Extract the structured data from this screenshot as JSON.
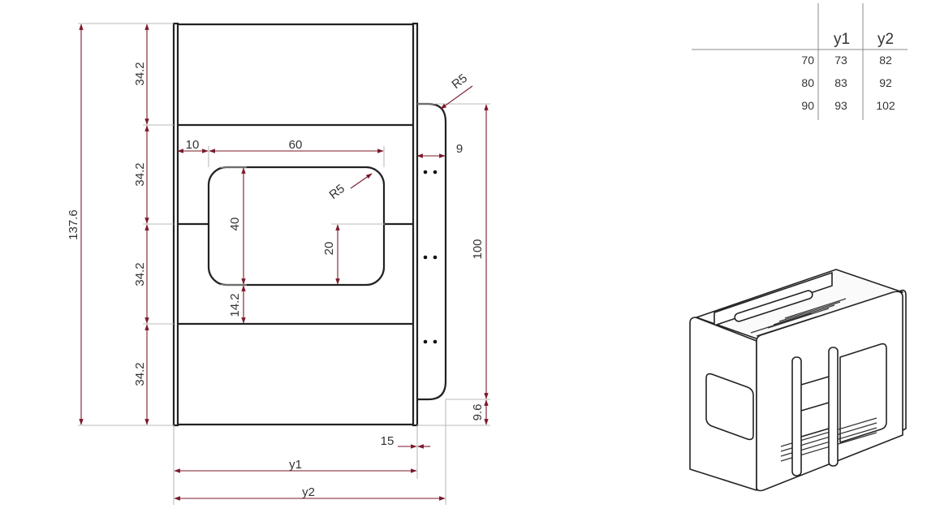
{
  "drawing": {
    "dimensions": {
      "total_height": "137.6",
      "section_1": "34.2",
      "section_2": "34.2",
      "section_3": "34.2",
      "section_4": "34.2",
      "window_offset_x": "10",
      "window_width": "60",
      "window_radius": "R5",
      "window_height": "40",
      "window_half": "20",
      "window_bottom_gap": "14.2",
      "side_radius": "R5",
      "side_gap": "9",
      "side_height": "100",
      "side_bottom": "9.6",
      "side_offset": "15",
      "width_y1": "y1",
      "width_y2": "y2"
    }
  },
  "size_table": {
    "headers": [
      "",
      "y1",
      "y2"
    ],
    "rows": [
      [
        "70",
        "73",
        "82"
      ],
      [
        "80",
        "83",
        "92"
      ],
      [
        "90",
        "93",
        "102"
      ]
    ]
  },
  "colors": {
    "line": "#222222",
    "dimension": "#7a1a2a",
    "text": "#333333"
  }
}
